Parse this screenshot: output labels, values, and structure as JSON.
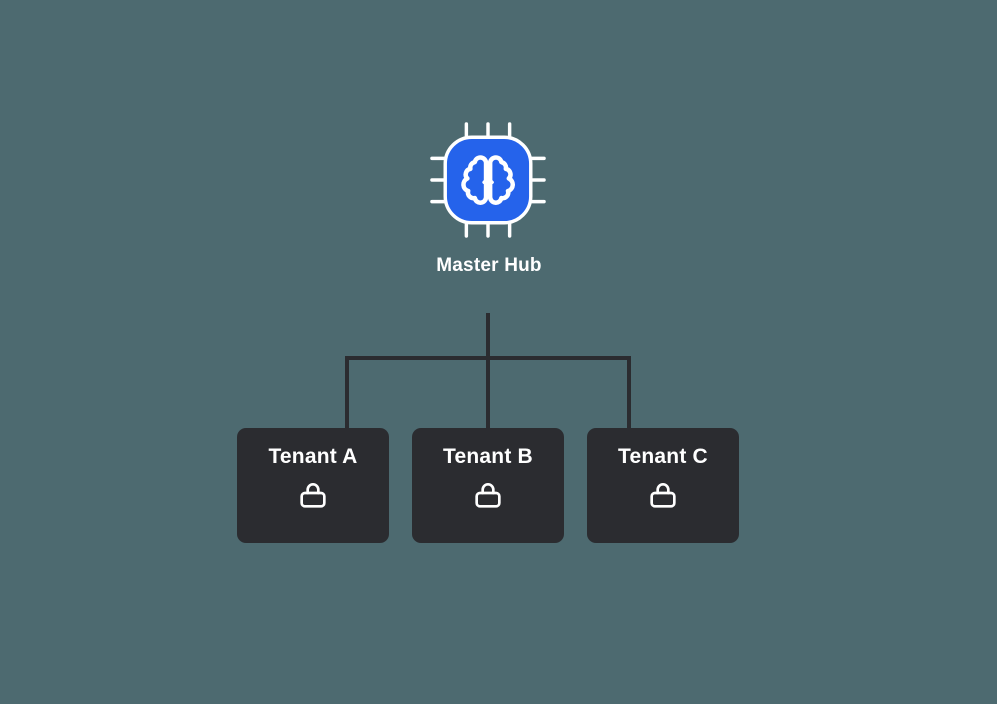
{
  "diagram": {
    "hub": {
      "label": "Master Hub",
      "icon": "chip-brain-icon"
    },
    "tenants": [
      {
        "label": "Tenant A",
        "icon": "lock-icon"
      },
      {
        "label": "Tenant B",
        "icon": "lock-icon"
      },
      {
        "label": "Tenant C",
        "icon": "lock-icon"
      }
    ],
    "colors": {
      "background": "#4d6a70",
      "node_dark": "#2b2c30",
      "hub_blue": "#2563eb",
      "connector_line": "#2b2c30",
      "text": "#ffffff"
    }
  }
}
